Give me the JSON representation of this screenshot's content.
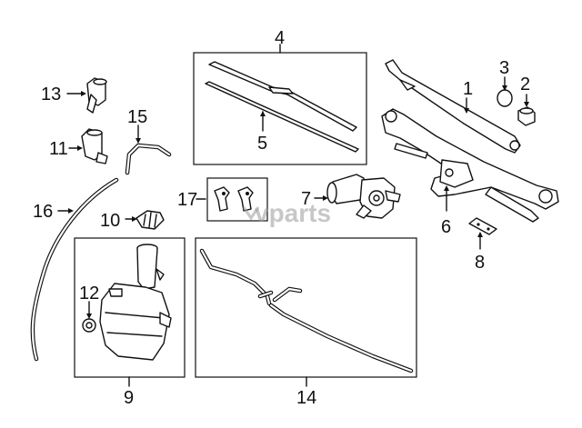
{
  "callouts": [
    {
      "id": "c1",
      "text": "1"
    },
    {
      "id": "c2",
      "text": "2"
    },
    {
      "id": "c3",
      "text": "3"
    },
    {
      "id": "c4",
      "text": "4"
    },
    {
      "id": "c5",
      "text": "5"
    },
    {
      "id": "c6",
      "text": "6"
    },
    {
      "id": "c7",
      "text": "7"
    },
    {
      "id": "c8",
      "text": "8"
    },
    {
      "id": "c9",
      "text": "9"
    },
    {
      "id": "c10",
      "text": "10"
    },
    {
      "id": "c11",
      "text": "11"
    },
    {
      "id": "c12",
      "text": "12"
    },
    {
      "id": "c13",
      "text": "13"
    },
    {
      "id": "c14",
      "text": "14"
    },
    {
      "id": "c15",
      "text": "15"
    },
    {
      "id": "c16",
      "text": "16"
    },
    {
      "id": "c17",
      "text": "17"
    }
  ],
  "watermark": "vparts"
}
